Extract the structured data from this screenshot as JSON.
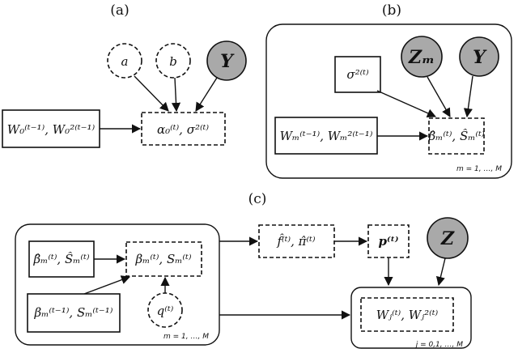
{
  "panels": {
    "a": {
      "label": "(a)",
      "nodes": {
        "a": "a",
        "b": "b",
        "y": "Y",
        "w0": "W₀⁽ᵗ⁻¹⁾, W₀²⁽ᵗ⁻¹⁾",
        "alpha": "α₀⁽ᵗ⁾, σ²⁽ᵗ⁾"
      }
    },
    "b": {
      "label": "(b)",
      "nodes": {
        "sigma": "σ²⁽ᵗ⁾",
        "zm": "Zₘ",
        "y": "Y",
        "wm": "Wₘ⁽ᵗ⁻¹⁾, Wₘ²⁽ᵗ⁻¹⁾",
        "beta_hat": "β̂ₘ⁽ᵗ⁾, Ŝₘ⁽ᵗ⁾"
      },
      "plate": "m = 1, …, M"
    },
    "c": {
      "label": "(c)",
      "nodes": {
        "beta_hat": "β̂ₘ⁽ᵗ⁾, Ŝₘ⁽ᵗ⁾",
        "beta": "βₘ⁽ᵗ⁾, Sₘ⁽ᵗ⁾",
        "beta_prev": "βₘ⁽ᵗ⁻¹⁾, Sₘ⁽ᵗ⁻¹⁾",
        "q": "q⁽ᵗ⁾",
        "f_pi": "f̂⁽ᵗ⁾, π̂⁽ᵗ⁾",
        "p": "p⁽ᵗ⁾",
        "z": "Z",
        "w": "Wⱼ⁽ᵗ⁾, Wⱼ²⁽ᵗ⁾"
      },
      "plate_m": "m = 1, …, M",
      "plate_j": "j = 0,1, …, M"
    }
  }
}
